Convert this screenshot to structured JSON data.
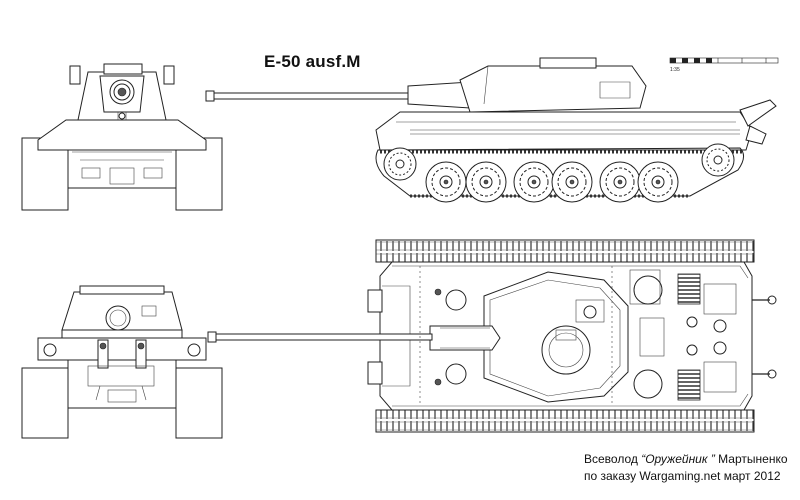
{
  "title": "E-50 ausf.M",
  "credit": {
    "line1_prefix": "Всеволод ",
    "line1_nick": "“Оружейник ”",
    "line1_surname": " Мартыненко",
    "line2": "по заказу Wargaming.net март 2012"
  },
  "scale_bar": {
    "label": "1:35"
  },
  "views": [
    "front-view",
    "side-view",
    "rear-view",
    "top-view"
  ]
}
